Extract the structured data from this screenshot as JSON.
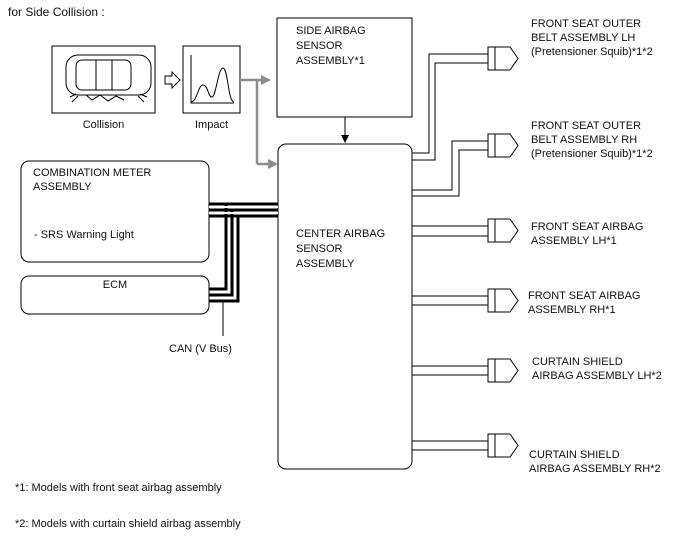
{
  "heading": "for Side Collision :",
  "collision_label": "Collision",
  "impact_label": "Impact",
  "side_airbag_sensor": [
    "SIDE AIRBAG",
    "SENSOR",
    "ASSEMBLY*1"
  ],
  "center_airbag_sensor": [
    "CENTER AIRBAG",
    "SENSOR",
    "ASSEMBLY"
  ],
  "combination_meter": [
    "COMBINATION METER",
    "ASSEMBLY"
  ],
  "srs_warning_light": "- SRS Warning Light",
  "ecm": "ECM",
  "can_bus": "CAN (V Bus)",
  "outputs": [
    [
      "FRONT SEAT OUTER",
      "BELT ASSEMBLY LH",
      "(Pretensioner Squib)*1*2"
    ],
    [
      "FRONT SEAT OUTER",
      "BELT ASSEMBLY RH",
      "(Pretensioner Squib)*1*2"
    ],
    [
      "FRONT SEAT AIRBAG",
      "ASSEMBLY LH*1"
    ],
    [
      "FRONT SEAT AIRBAG",
      "ASSEMBLY RH*1"
    ],
    [
      "CURTAIN SHIELD",
      "AIRBAG ASSEMBLY LH*2"
    ],
    [
      "CURTAIN SHIELD",
      "AIRBAG ASSEMBLY RH*2"
    ]
  ],
  "footnotes": [
    "*1: Models with front seat airbag assembly",
    "*2: Models with curtain shield airbag assembly"
  ]
}
